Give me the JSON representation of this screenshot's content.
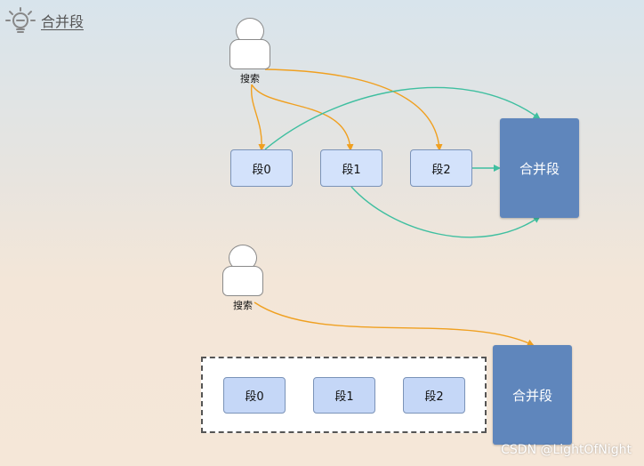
{
  "header": {
    "title": "合并段",
    "icon": "lightbulb-icon"
  },
  "top": {
    "user_label": "搜索",
    "segments": [
      "段0",
      "段1",
      "段2"
    ],
    "merged_label": "合并段"
  },
  "bottom": {
    "user_label": "搜索",
    "segments": [
      "段0",
      "段1",
      "段2"
    ],
    "merged_label": "合并段"
  },
  "colors": {
    "search_arrow": "#f0a020",
    "merge_arrow": "#3fbfa0",
    "merged_fill": "#5f86bc",
    "segment_fill": "#d3e2fb"
  },
  "watermark": "CSDN @LightOfNight"
}
